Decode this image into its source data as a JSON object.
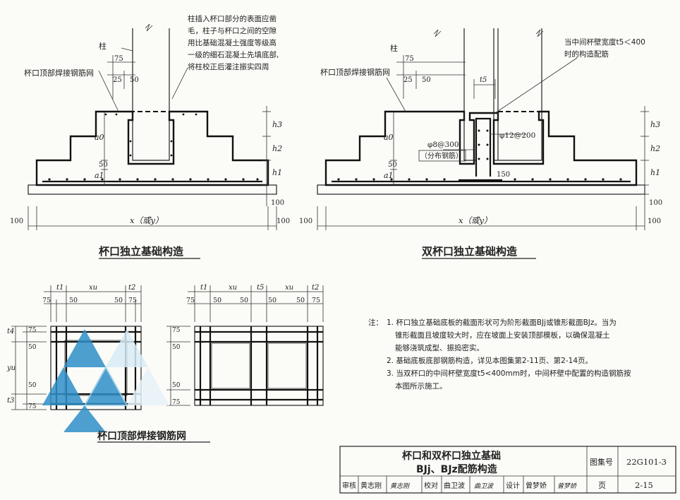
{
  "diagram1": {
    "caption": "杯口独立基础构造",
    "column_label": "柱",
    "mesh_label": "杯口顶部焊接钢筋网",
    "note_lines": [
      "柱插入杯口部分的表面应凿",
      "毛，柱子与杯口之间的空隙",
      "用比基础混凝土强度等级高",
      "一级的细石混凝土先填底部,",
      "将柱校正后灌注振实四周"
    ],
    "dim_75": "75",
    "dim_25": "25",
    "dim_50": "50",
    "dim_h1": "h1",
    "dim_h2": "h2",
    "dim_h3": "h3",
    "dim_a0": "a0",
    "dim_a1": "a1",
    "dim_50v": "50",
    "dim_100_left": "100",
    "dim_100_right": "100",
    "dim_100_v": "100",
    "dim_x": "x（或y）"
  },
  "diagram2": {
    "caption": "双杯口独立基础构造",
    "column_label": "柱",
    "mesh_label": "杯口顶部焊接钢筋网",
    "note_line1": "当中间杯壁宽度t5＜400",
    "note_line2": "时的构造配筋",
    "dim_75": "75",
    "dim_25": "25",
    "dim_50": "50",
    "dim_t5": "t5",
    "rebar_left": "φ8@300",
    "rebar_left_sub": "（分布钢筋）",
    "rebar_right": "φ12@200",
    "dim_150": "150",
    "dim_h1": "h1",
    "dim_h2": "h2",
    "dim_h3": "h3",
    "dim_a0": "a0",
    "dim_a1": "a1",
    "dim_50v": "50",
    "dim_100_left": "100",
    "dim_100_right": "100",
    "dim_100_v": "100",
    "dim_x": "x（或y）"
  },
  "plan1": {
    "top_dims": [
      "t1",
      "xu",
      "t2"
    ],
    "sub_dims": [
      "75",
      "50",
      "50",
      "75"
    ],
    "left_dims": [
      "t4",
      "yu",
      "t3"
    ],
    "left_sub_dims": [
      "75",
      "50",
      "50",
      "75"
    ]
  },
  "plan2": {
    "top_dims": [
      "t1",
      "xu",
      "t5",
      "xu",
      "t2"
    ],
    "sub_dims": [
      "75",
      "50",
      "50",
      "50",
      "50",
      "75"
    ],
    "left_sub_dims": [
      "75",
      "50",
      "50",
      "75"
    ]
  },
  "plan_caption": "杯口顶部焊接钢筋网",
  "notes": {
    "prefix": "注：",
    "items": [
      [
        "1. 杯口独立基础底板的截面形状可为阶形截面BJj或锥形截面BJz。当为",
        "锥形截面且坡度较大时，应在坡面上安装顶部模板，以确保混凝土",
        "能够浇筑成型、振捣密实。"
      ],
      [
        "2. 基础底板底部钢筋构造，详见本图集第2-11页、第2-14页。"
      ],
      [
        "3. 当双杯口的中间杯壁宽度t5<400mm时，中间杯壁中配置的构造钢筋按",
        "本图所示施工。"
      ]
    ]
  },
  "title_block": {
    "title_line1": "杯口和双杯口独立基础",
    "title_line2": "BJj、BJz配筋构造",
    "atlas_label": "图集号",
    "atlas_no": "22G101-3",
    "page_label": "页",
    "page_no": "2-15",
    "sign_row": [
      "审核",
      "黄志刚",
      "黄志刚",
      "校对",
      "曲卫波",
      "曲卫波",
      "设计",
      "曾梦娇",
      "曾梦娇"
    ]
  },
  "colors": {
    "watermark": "#2e8fc7",
    "line": "#222222"
  }
}
